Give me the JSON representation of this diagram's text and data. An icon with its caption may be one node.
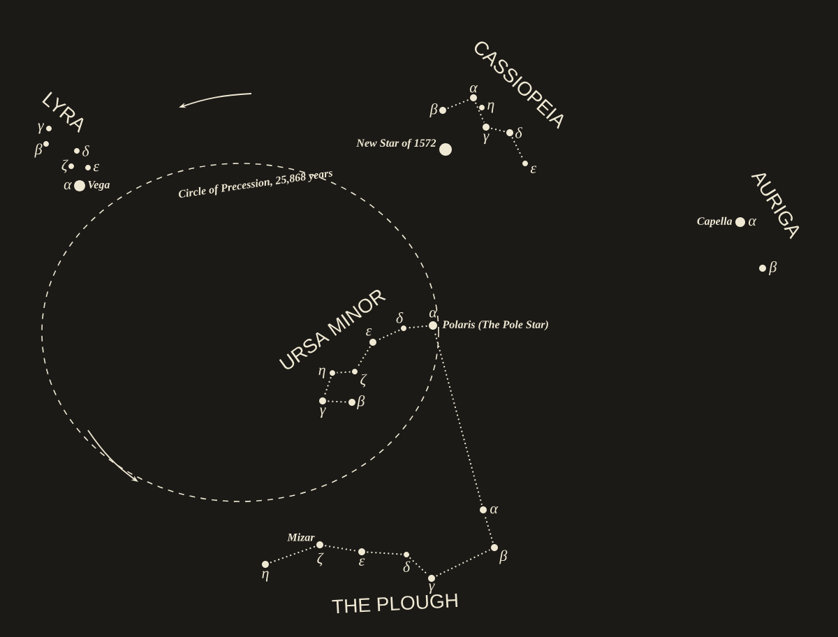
{
  "diagram": {
    "nodes": [
      {
        "text": [],
        "shape": "circle",
        "beside": [
          "γ"
        ]
      },
      {
        "text": [],
        "shape": "circle",
        "beside": [
          "β"
        ]
      },
      {
        "text": [],
        "shape": "circle",
        "beside": [
          "δ"
        ]
      },
      {
        "text": [],
        "shape": "circle",
        "beside": [
          "ζ"
        ]
      },
      {
        "text": [],
        "shape": "circle",
        "beside": [
          "ε"
        ]
      },
      {
        "text": [],
        "shape": "circle",
        "beside": [
          "α",
          "Vega"
        ]
      },
      {
        "text": [],
        "shape": "circle",
        "beside": [
          "β"
        ]
      },
      {
        "text": [],
        "shape": "circle",
        "beside": [
          "α"
        ]
      },
      {
        "text": [],
        "shape": "circle",
        "beside": [
          "η"
        ]
      },
      {
        "text": [],
        "shape": "circle",
        "beside": [
          "New Star of 1572"
        ]
      },
      {
        "text": [],
        "shape": "circle",
        "beside": [
          "γ"
        ]
      },
      {
        "text": [],
        "shape": "circle",
        "beside": [
          "δ"
        ]
      },
      {
        "text": [],
        "shape": "circle",
        "beside": [
          "ε"
        ]
      },
      {
        "text": [],
        "shape": "circle",
        "beside": [
          "Capella",
          "α"
        ]
      },
      {
        "text": [],
        "shape": "circle",
        "beside": [
          "β"
        ]
      },
      {
        "text": [],
        "shape": "circle",
        "beside": [
          "α",
          "Polaris (The Pole Star)"
        ]
      },
      {
        "text": [],
        "shape": "circle",
        "beside": [
          "δ"
        ]
      },
      {
        "text": [],
        "shape": "circle",
        "beside": [
          "ε"
        ]
      },
      {
        "text": [],
        "shape": "circle",
        "beside": [
          "ζ"
        ]
      },
      {
        "text": [],
        "shape": "circle",
        "beside": [
          "η"
        ]
      },
      {
        "text": [],
        "shape": "circle",
        "beside": [
          "γ"
        ]
      },
      {
        "text": [],
        "shape": "circle",
        "beside": [
          "β"
        ]
      },
      {
        "text": [],
        "shape": "circle",
        "beside": [
          "α"
        ]
      },
      {
        "text": [],
        "shape": "circle",
        "beside": [
          "β"
        ]
      },
      {
        "text": [],
        "shape": "circle",
        "beside": [
          "γ"
        ]
      },
      {
        "text": [],
        "shape": "circle",
        "beside": [
          "δ"
        ]
      },
      {
        "text": [],
        "shape": "circle",
        "beside": [
          "ε"
        ]
      },
      {
        "text": [],
        "shape": "circle",
        "beside": [
          "Mizar",
          "ζ"
        ]
      },
      {
        "text": [],
        "shape": "circle",
        "beside": [
          "η"
        ]
      }
    ],
    "edges": [
      {
        "from": 6,
        "to": 7,
        "arrow": "none"
      },
      {
        "from": 7,
        "to": 10,
        "arrow": "none"
      },
      {
        "from": 10,
        "to": 11,
        "arrow": "none"
      },
      {
        "from": 11,
        "to": 12,
        "arrow": "none"
      },
      {
        "from": 15,
        "to": 16,
        "arrow": "none"
      },
      {
        "from": 16,
        "to": 17,
        "arrow": "none"
      },
      {
        "from": 17,
        "to": 18,
        "arrow": "none"
      },
      {
        "from": 18,
        "to": 19,
        "arrow": "none"
      },
      {
        "from": 19,
        "to": 20,
        "arrow": "none"
      },
      {
        "from": 20,
        "to": 21,
        "arrow": "none"
      },
      {
        "from": 28,
        "to": 27,
        "arrow": "none"
      },
      {
        "from": 27,
        "to": 26,
        "arrow": "none"
      },
      {
        "from": 26,
        "to": 25,
        "arrow": "none"
      },
      {
        "from": 25,
        "to": 24,
        "arrow": "none"
      },
      {
        "from": 24,
        "to": 23,
        "arrow": "none"
      },
      {
        "from": 23,
        "to": 22,
        "arrow": "none"
      },
      {
        "from": 22,
        "to": 15,
        "arrow": "none"
      }
    ],
    "labels": [
      "CASSIOPEIA",
      "LYRA",
      "Circle of Precession, 25,868 years",
      "AURIGA",
      "URSA MINOR",
      "THE PLOUGH"
    ]
  }
}
